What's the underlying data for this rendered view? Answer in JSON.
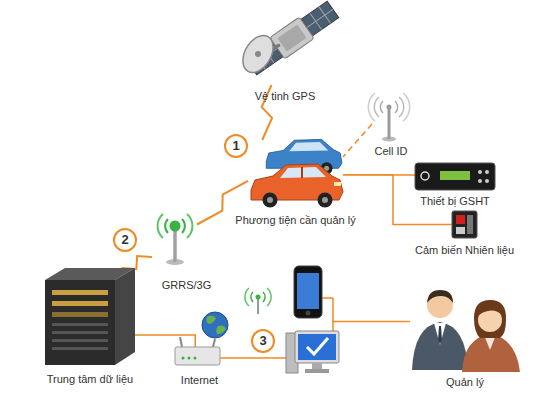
{
  "diagram": {
    "nodes": [
      {
        "text": [
          "Vệ tinh GPS"
        ]
      },
      {
        "text": [
          "Cell ID"
        ]
      },
      {
        "text": [
          "Phương tiện cần quản lý"
        ]
      },
      {
        "text": [
          "Thiết bị GSHT"
        ]
      },
      {
        "text": [
          "Cảm biến Nhiên liệu"
        ]
      },
      {
        "text": [
          "GRRS/3G"
        ]
      },
      {
        "text": [
          "Trung tâm dữ liệu"
        ]
      },
      {
        "text": [
          "Internet"
        ]
      },
      {
        "text": [
          "Quản lý"
        ]
      }
    ],
    "edges": [
      {
        "from": 0,
        "to": 2,
        "arrow": "none"
      },
      {
        "from": 1,
        "to": 2,
        "arrow": "none"
      },
      {
        "from": 2,
        "to": 3,
        "arrow": "none"
      },
      {
        "from": 2,
        "to": 4,
        "arrow": "none"
      },
      {
        "from": 2,
        "to": 5,
        "arrow": "none"
      },
      {
        "from": 5,
        "to": 6,
        "arrow": "none"
      },
      {
        "from": 6,
        "to": 7,
        "arrow": "none"
      },
      {
        "from": 7,
        "to": 8,
        "arrow": "none"
      }
    ],
    "labels": [
      "1",
      "2",
      "3"
    ]
  }
}
